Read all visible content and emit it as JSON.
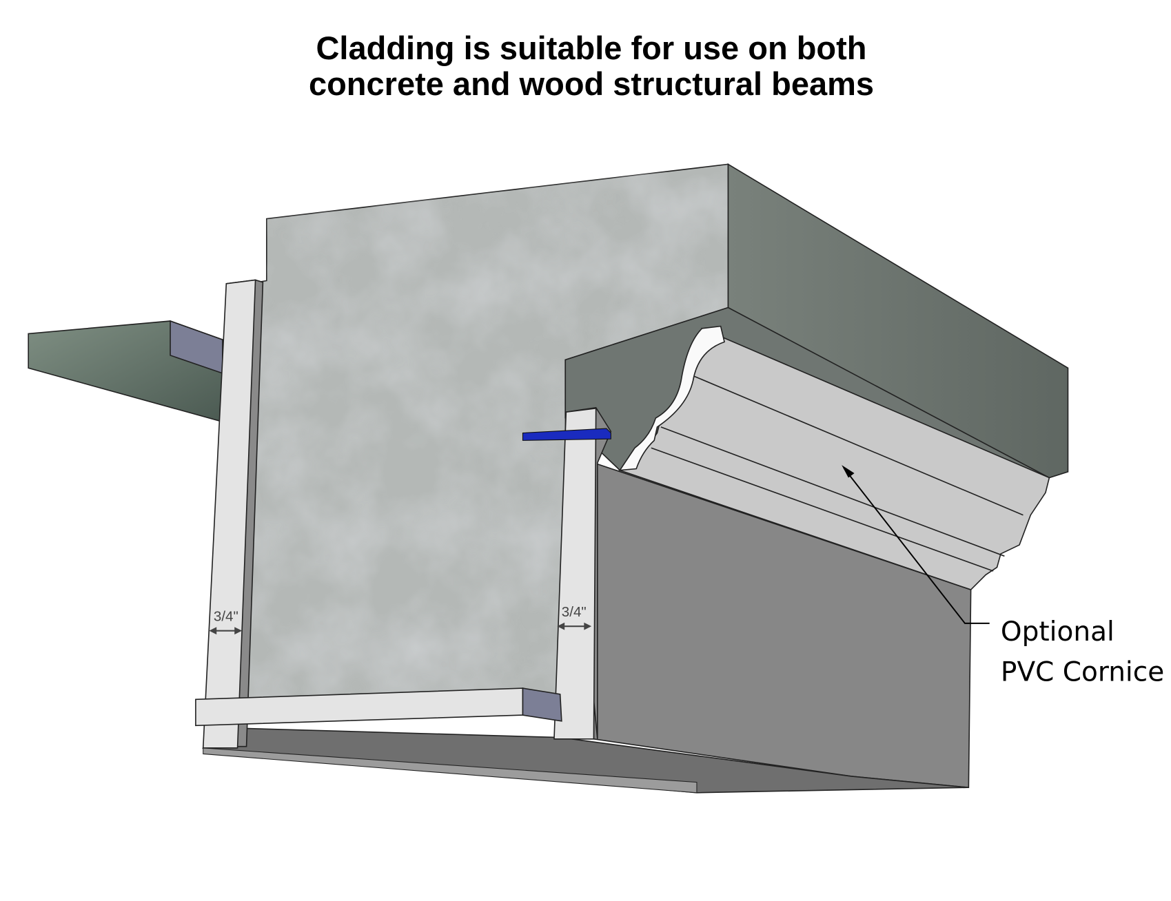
{
  "title": {
    "line1": "Cladding is suitable for use on both",
    "line2": "concrete and wood structural beams"
  },
  "dimensions": {
    "left": "3/4\"",
    "right": "3/4\""
  },
  "callout": {
    "line1": "Optional",
    "line2": "PVC Cornice"
  },
  "colors": {
    "concrete": "#a9adab",
    "concrete_dark": "#6d7470",
    "cladding_face": "#e4e4e4",
    "cladding_side": "#8a8a8a",
    "board_end": "#7c7f96",
    "shim": "#1a2bbf"
  }
}
